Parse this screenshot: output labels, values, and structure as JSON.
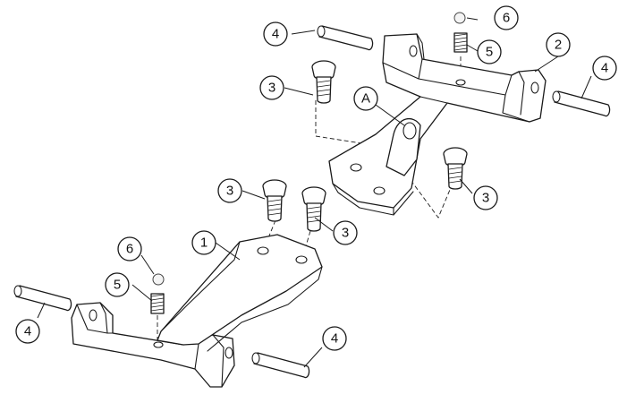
{
  "callouts": [
    {
      "id": "c1",
      "label": "1"
    },
    {
      "id": "c2",
      "label": "2"
    },
    {
      "id": "cA",
      "label": "A"
    },
    {
      "id": "c3a",
      "label": "3"
    },
    {
      "id": "c3b",
      "label": "3"
    },
    {
      "id": "c3c",
      "label": "3"
    },
    {
      "id": "c3d",
      "label": "3"
    },
    {
      "id": "c4a",
      "label": "4"
    },
    {
      "id": "c4b",
      "label": "4"
    },
    {
      "id": "c4c",
      "label": "4"
    },
    {
      "id": "c4d",
      "label": "4"
    },
    {
      "id": "c5a",
      "label": "5"
    },
    {
      "id": "c5b",
      "label": "5"
    },
    {
      "id": "c6a",
      "label": "6"
    },
    {
      "id": "c6b",
      "label": "6"
    }
  ]
}
